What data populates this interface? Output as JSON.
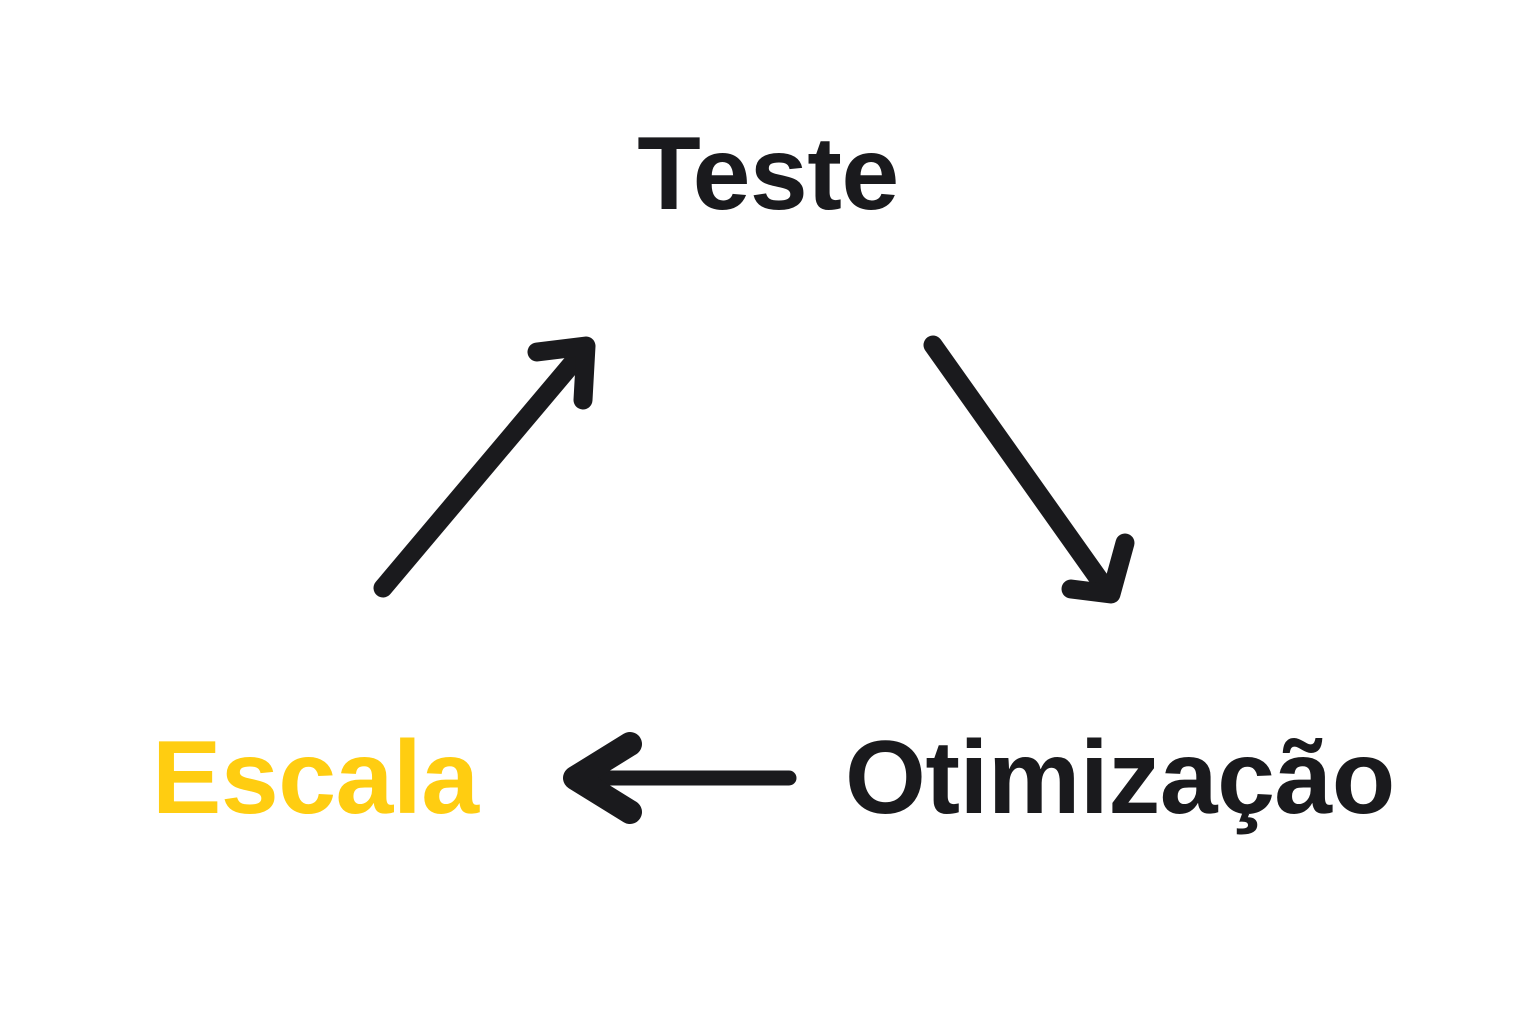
{
  "diagram": {
    "title": "Teste",
    "type": "cycle-flow-diagram",
    "background_color": "#ffffff",
    "nodes": [
      {
        "id": "teste",
        "label": "Teste",
        "color": "#1a1a1d",
        "position": "top-center"
      },
      {
        "id": "otimizacao",
        "label": "Otimização",
        "color": "#1a1a1d",
        "position": "bottom-right"
      },
      {
        "id": "escala",
        "label": "Escala",
        "color": "#ffcd11",
        "position": "bottom-left",
        "highlighted": true
      }
    ],
    "arrows": [
      {
        "id": "escala-to-teste",
        "from": "escala",
        "to": "teste",
        "direction": "up-right",
        "color": "#1a1a1d"
      },
      {
        "id": "teste-to-otimizacao",
        "from": "teste",
        "to": "otimizacao",
        "direction": "down-right",
        "color": "#1a1a1d"
      },
      {
        "id": "otimizacao-to-escala",
        "from": "otimizacao",
        "to": "escala",
        "direction": "left",
        "color": "#1a1a1d"
      }
    ],
    "accent_color": "#ffcd11",
    "ink_color": "#1a1a1d"
  }
}
